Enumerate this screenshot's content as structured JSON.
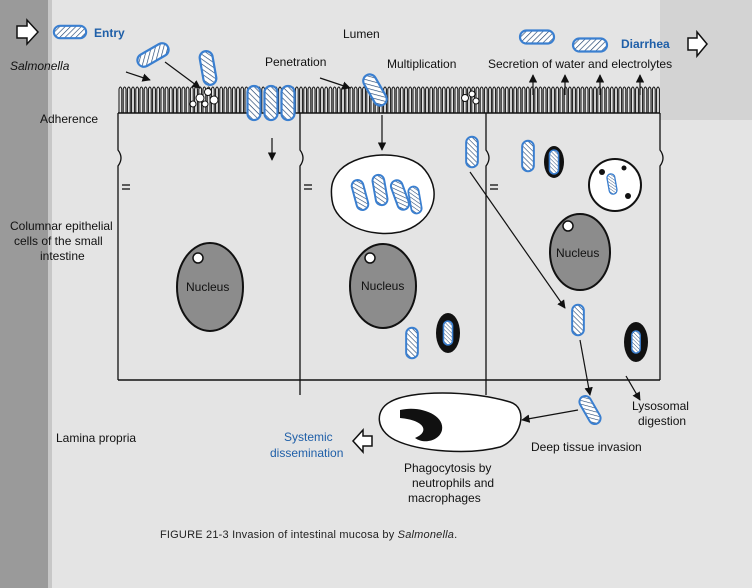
{
  "labels": {
    "salmonella": "Salmonella",
    "entry": "Entry",
    "lumen": "Lumen",
    "penetration": "Penetration",
    "multiplication": "Multiplication",
    "secretion": "Secretion of water and electrolytes",
    "diarrhea": "Diarrhea",
    "adherence": "Adherence",
    "columnar_line1": "Columnar epithelial",
    "columnar_line2": "cells of the small",
    "columnar_line3": "intestine",
    "nucleus": "Nucleus",
    "lamina_propria": "Lamina propria",
    "systemic_line1": "Systemic",
    "systemic_line2": "dissemination",
    "phago_line1": "Phagocytosis by",
    "phago_line2": "neutrophils and",
    "phago_line3": "macrophages",
    "deep_tissue": "Deep tissue invasion",
    "lyso_line1": "Lysosomal",
    "lyso_line2": "digestion"
  },
  "caption": {
    "prefix": "FIGURE 21-3   Invasion of intestinal mucosa by ",
    "organism": "Salmonella",
    "suffix": "."
  },
  "colors": {
    "bacteria": "#3a7fd0",
    "label_accent": "#1f5fa8",
    "nucleus": "#8c8c8c",
    "phagosome": "#111111"
  }
}
